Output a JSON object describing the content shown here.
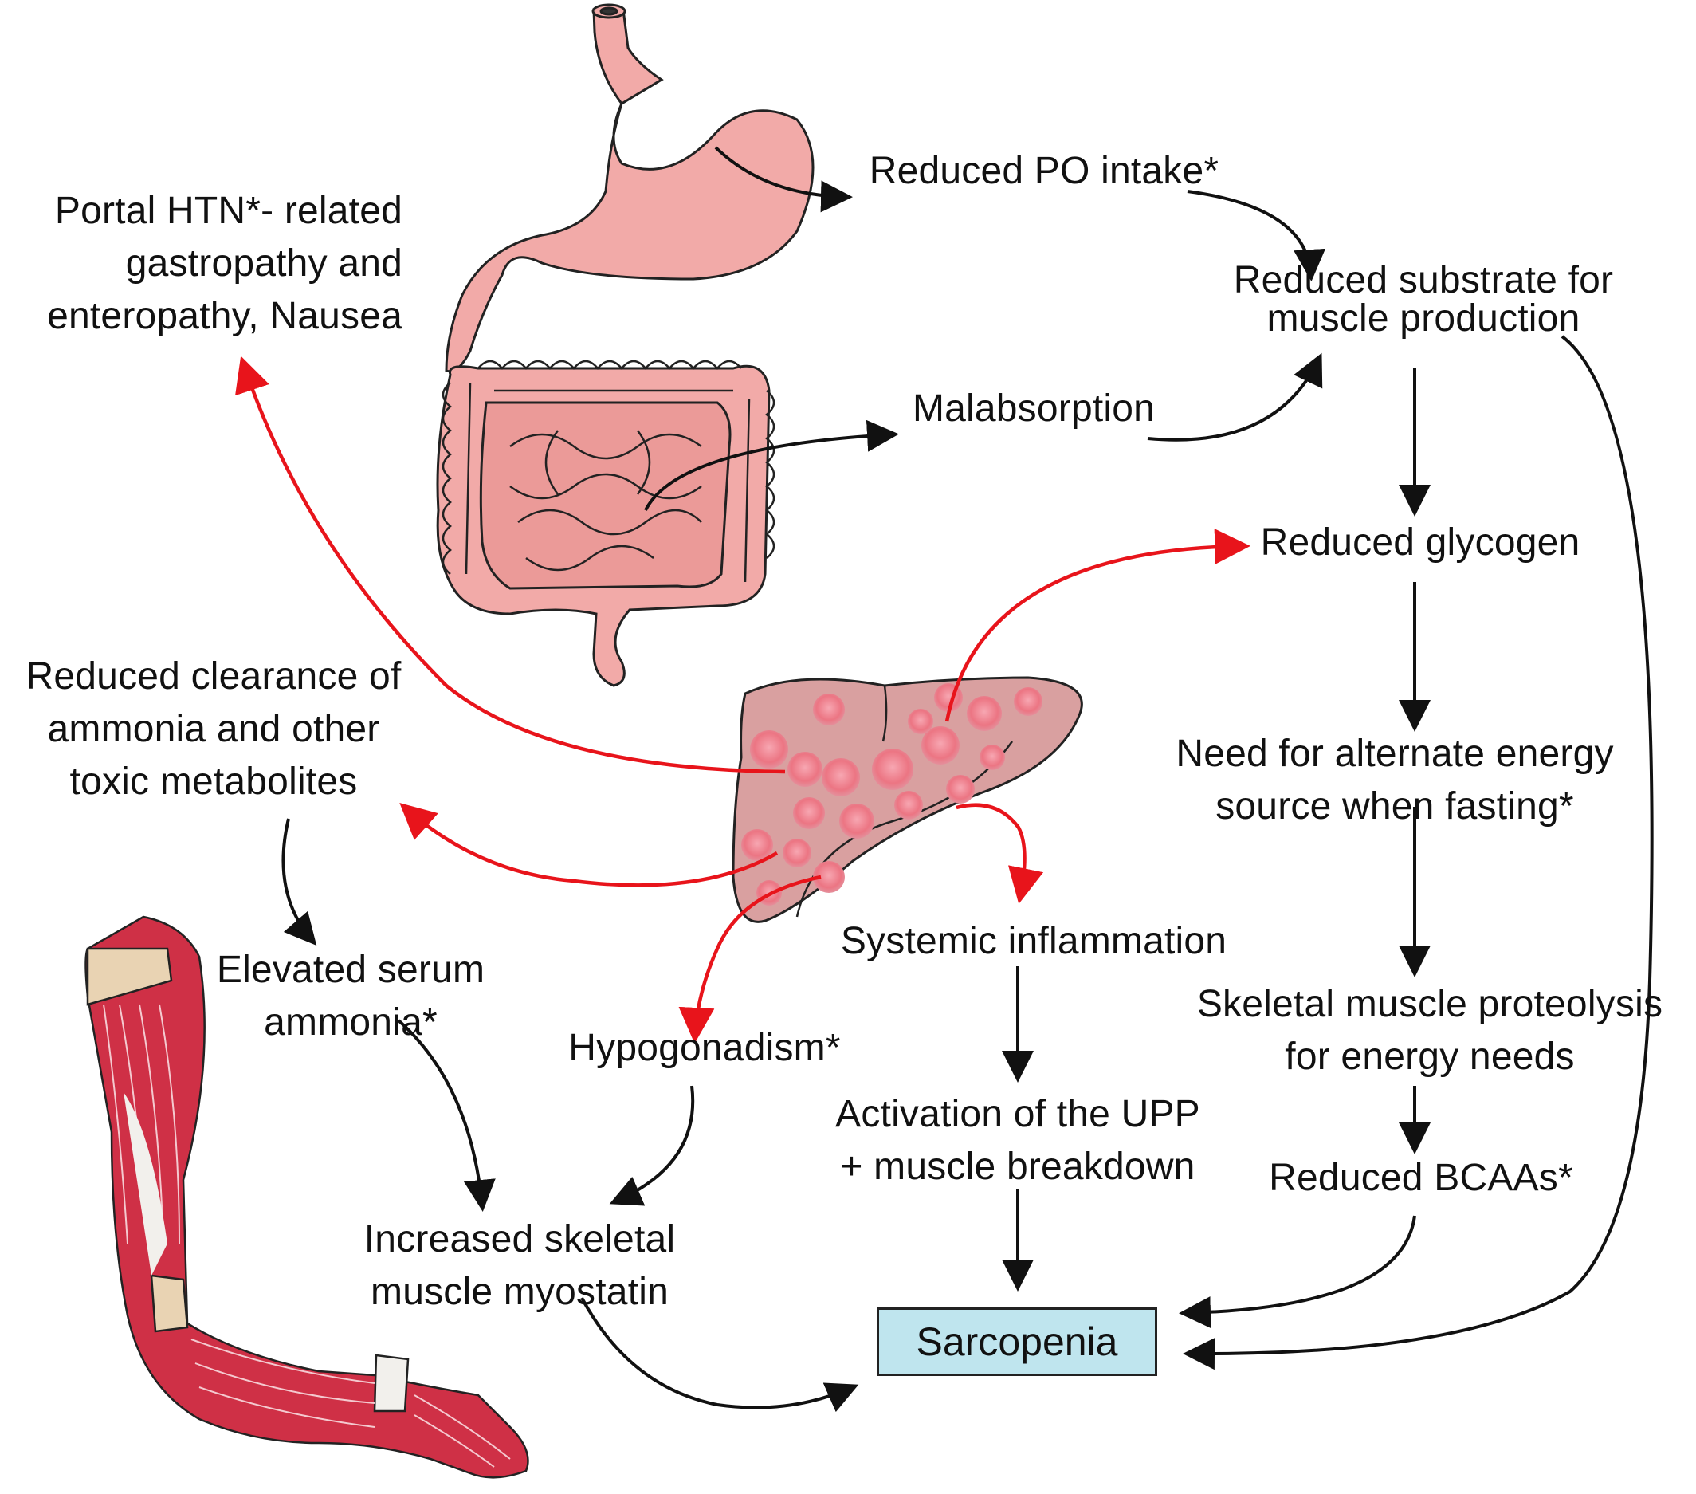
{
  "diagram": {
    "labels": {
      "portal": "Portal HTN*- related\ngastropathy and\nenteropathy, Nausea",
      "reduced_po": "Reduced PO intake*",
      "reduced_substrate": "Reduced substrate for\nmuscle production",
      "malabsorption": "Malabsorption",
      "reduced_glycogen": "Reduced glycogen",
      "reduced_clearance": "Reduced clearance of\nammonia and other\ntoxic metabolites",
      "need_alt_energy": "Need for alternate energy\nsource when fasting*",
      "systemic_inflammation": "Systemic inflammation",
      "elevated_ammonia": "Elevated serum\nammonia*",
      "hypogonadism": "Hypogonadism*",
      "skeletal_proteolysis": "Skeletal muscle proteolysis\nfor energy needs",
      "activation_upp": "Activation of the UPP\n+ muscle breakdown",
      "reduced_bcaas": "Reduced BCAAs*",
      "increased_myostatin": "Increased skeletal\nmuscle myostatin",
      "sarcopenia": "Sarcopenia"
    },
    "colors": {
      "red_arrow": "#e8141b",
      "black_arrow": "#111111",
      "box_fill": "#bfe5ee",
      "gi_fill": "#f2aaa8",
      "liver_fill": "#d9a0a0",
      "nodule_fill": "#ee7d8a",
      "muscle_red": "#cf3046",
      "tendon": "#e9d3b3"
    },
    "icons": [
      "stomach-intestines-icon",
      "cirrhotic-liver-icon",
      "arm-muscle-icon"
    ]
  }
}
